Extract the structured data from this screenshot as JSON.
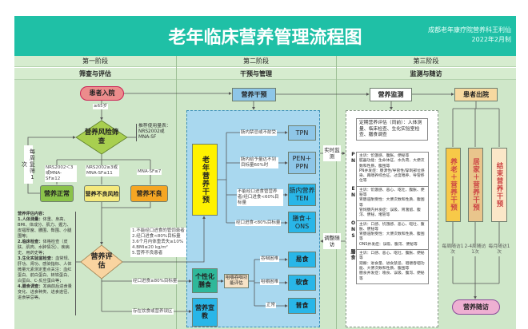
{
  "header": {
    "title": "老年临床营养管理流程图",
    "author": "成都老年康疗院营养科王利仙",
    "date": "2022年2月制",
    "color": "#1fc0a6"
  },
  "stages": [
    {
      "label": "第一阶段",
      "subtitle": "筛查与评估"
    },
    {
      "label": "第二阶段",
      "subtitle": "干预与管理"
    },
    {
      "label": "第三阶段",
      "subtitle": "监测与随访"
    }
  ],
  "stage1": {
    "admission": "患者入院",
    "age": "≥65岁",
    "screening": "营养风险筛查",
    "scale_note": "推荐使用量表：NRS2002或MNA-SF",
    "rescreen": "每周复筛1次",
    "branches": [
      {
        "condition": "NRS2002＜3或MNA-SF≥12",
        "result": "营养正常",
        "color": "#8bc34a"
      },
      {
        "condition": "NRS2002≥3或MNA-SF≤11",
        "result": "营养不良风险",
        "color": "#f5e97c"
      },
      {
        "condition": "MNA-SF≤7",
        "result": "营养不良",
        "color": "#f5a623"
      }
    ],
    "assessment": "营养评估",
    "assessment_content": {
      "title": "营养评估内容：",
      "items": [
        {
          "head": "1.人体测量：",
          "text": "体重、身高、BMI、体成分、肌力、握力、皮褶厚度、腰围、臀围、小腿围等；"
        },
        {
          "head": "2.临床检查：",
          "text": "体格检查（皮肤、肌肉、水肿情况）、疾病史、用药史等；"
        },
        {
          "head": "3.生化实验室检查：",
          "text": "血常规、肝功、肾功、感染指标、人体微量元素测定重点关注：血红蛋白、前白蛋白、转铁蛋白、白蛋白、C-反应蛋白等；"
        },
        {
          "head": "4.膳食调查：",
          "text": "发病前后进食量变化、进食种类、进食途径、进食禁忌等。"
        }
      ]
    },
    "criteria": [
      "1.不能经口进食的管饲患者",
      "2.经口进食<80%目标量",
      "3.6个月内体重丢失≥10%",
      "4.BMI≤20 kg/m²",
      "5.营养不良患者"
    ],
    "oral_ok": "经口进食≥80%目标量",
    "misconception": "存在饮食或营养误区"
  },
  "stage2": {
    "intervention": "营养干预",
    "elderly_intervention": "老年营养干预",
    "routes": [
      {
        "condition": "肠内禁忌或不耐受",
        "result": "TPN"
      },
      {
        "condition": "肠内给予量达不到目标量60%时",
        "result": "PEN＋PPN"
      },
      {
        "condition": "不能经口进食管营养者/经口进食<60%目标量",
        "result": "肠内营养TEN"
      },
      {
        "condition": "经口进食<80%目标量",
        "result": "膳食＋ONS"
      }
    ],
    "personalized_diet": "个性化膳食",
    "swallow_eval": "咀嚼吞咽功能评估",
    "diets": [
      {
        "condition": "吞咽困难",
        "result": "易食"
      },
      {
        "condition": "咀嚼困难",
        "result": "软食"
      },
      {
        "condition": "正常",
        "result": "普食"
      }
    ],
    "education": "营养宣教",
    "realtime": "实时监测",
    "adjust": "调整随访"
  },
  "stage3": {
    "monitoring": "营养监测",
    "periodic": "定期营养评估（同前）：人体测量、临床检查、生化实验室检查、膳食调查",
    "sections": [
      {
        "tag": "PN",
        "lines": [
          "主诉：饥饿感、腹胀、便秘等",
          "脏器功能：生命体征、水负荷、大便次数和性质、腹围等",
          "PN并发症：肠源性/导管性/穿刺部位感染、再喂养综合征、过度喂养、导管移位等"
        ]
      },
      {
        "tag": "EN",
        "lines": [
          "主诉：饥饿感、恶心、呕吐、腹胀、便秘等",
          "胃肠道耐受性：大便次数和性质、腹围等",
          "管饲肠内并发症：误吸、胃潴留、腹泻、便秘、堵管等"
        ]
      },
      {
        "tag": "ONS",
        "lines": [
          "主诉：口感、饥饿感、恶心、呕吐、腹胀、便秘等",
          "胃肠道耐受性：大便次数和性质、腹围等",
          "ONS并发症：误吸、腹泻、便秘等"
        ]
      },
      {
        "tag": "膳食",
        "lines": [
          "主诉：口感、恶心、呕吐、腹胀、便秘等",
          "观察：进食量、进食禁忌、咀嚼吞咽功能、大便次数和性质、腹围等",
          "膳食并发症：噎食、误吸、腹泻、便秘等"
        ]
      }
    ],
    "discharge": "患者出院",
    "paths": [
      {
        "label": "养老＋营养干预",
        "followup": "每周随访1次",
        "color": "#f7c948"
      },
      {
        "label": "居家＋营养干预",
        "followup": "2-4周随访1次",
        "color": "#e9c58c"
      },
      {
        "label": "结束营养干预",
        "followup": "每月随访1次",
        "color": "#fbe7c8"
      }
    ],
    "followup": "营养随访"
  }
}
